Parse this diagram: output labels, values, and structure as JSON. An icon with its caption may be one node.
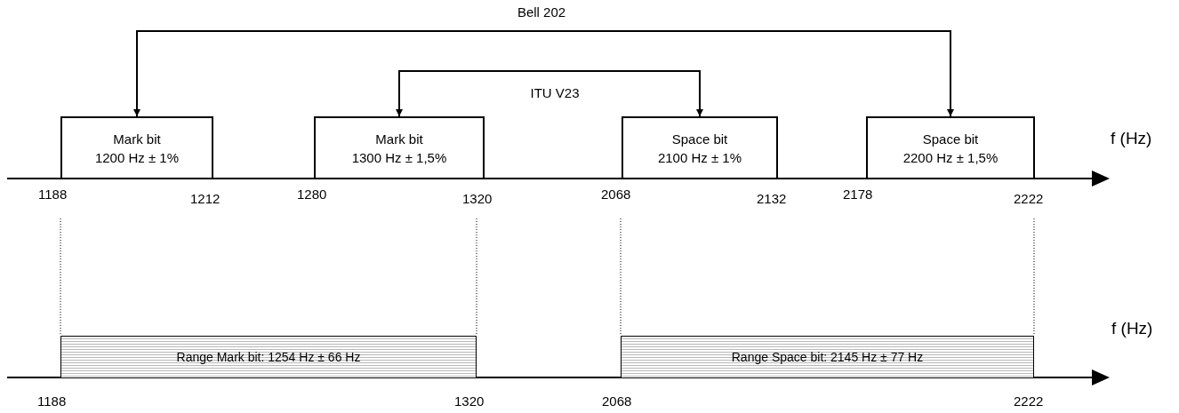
{
  "diagram": {
    "nodes": [
      {
        "text": [
          "Mark bit",
          "1200 Hz ± 1%"
        ]
      },
      {
        "text": [
          "Mark bit",
          "1300 Hz ± 1,5%"
        ]
      },
      {
        "text": [
          "Space bit",
          "2100 Hz ± 1%"
        ]
      },
      {
        "text": [
          "Space bit",
          "2200 Hz ± 1,5%"
        ]
      },
      {
        "text": [
          "Range Mark bit: 1254 Hz ± 66 Hz"
        ]
      },
      {
        "text": [
          "Range Space bit: 2145 Hz ± 77 Hz"
        ]
      }
    ],
    "edges": [
      {
        "from": 0,
        "to": 3,
        "arrow": "both",
        "label": "Bell 202"
      },
      {
        "from": 1,
        "to": 2,
        "arrow": "both",
        "label": "ITU V23"
      }
    ],
    "labels": [
      "f (Hz)",
      "1188",
      "1212",
      "1280",
      "1320",
      "2068",
      "2132",
      "2178",
      "2222",
      "f (Hz)",
      "1188",
      "1320",
      "2068",
      "2222"
    ]
  }
}
